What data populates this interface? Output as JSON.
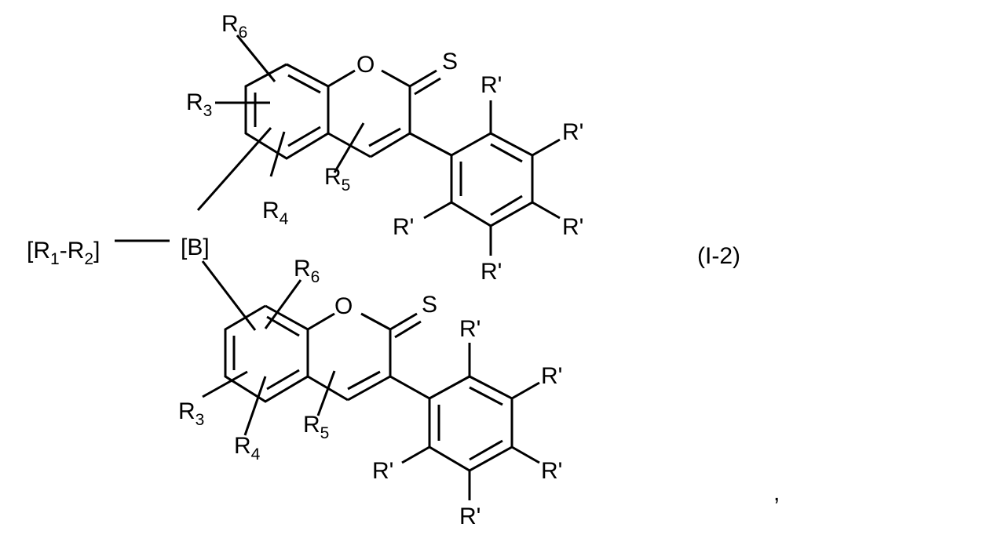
{
  "figure": {
    "formula_label": "(I-2)",
    "trailing_punctuation": ",",
    "linker": {
      "left_group": {
        "open": "[",
        "r1": "R",
        "r1_sub": "1",
        "dash": "-",
        "r2": "R",
        "r2_sub": "2",
        "close": "]"
      },
      "core": "[B]"
    },
    "top_unit": {
      "ring_oxygen": "O",
      "thione": "S",
      "substituents": {
        "r3": {
          "base": "R",
          "sub": "3"
        },
        "r4": {
          "base": "R",
          "sub": "4"
        },
        "r5": {
          "base": "R",
          "sub": "5"
        },
        "r6": {
          "base": "R",
          "sub": "6"
        }
      },
      "phenyl_substituents": [
        "R'",
        "R'",
        "R'",
        "R'",
        "R'"
      ]
    },
    "bottom_unit": {
      "ring_oxygen": "O",
      "thione": "S",
      "substituents": {
        "r3": {
          "base": "R",
          "sub": "3"
        },
        "r4": {
          "base": "R",
          "sub": "4"
        },
        "r5": {
          "base": "R",
          "sub": "5"
        },
        "r6": {
          "base": "R",
          "sub": "6"
        }
      },
      "phenyl_substituents": [
        "R'",
        "R'",
        "R'",
        "R'",
        "R'"
      ]
    }
  }
}
